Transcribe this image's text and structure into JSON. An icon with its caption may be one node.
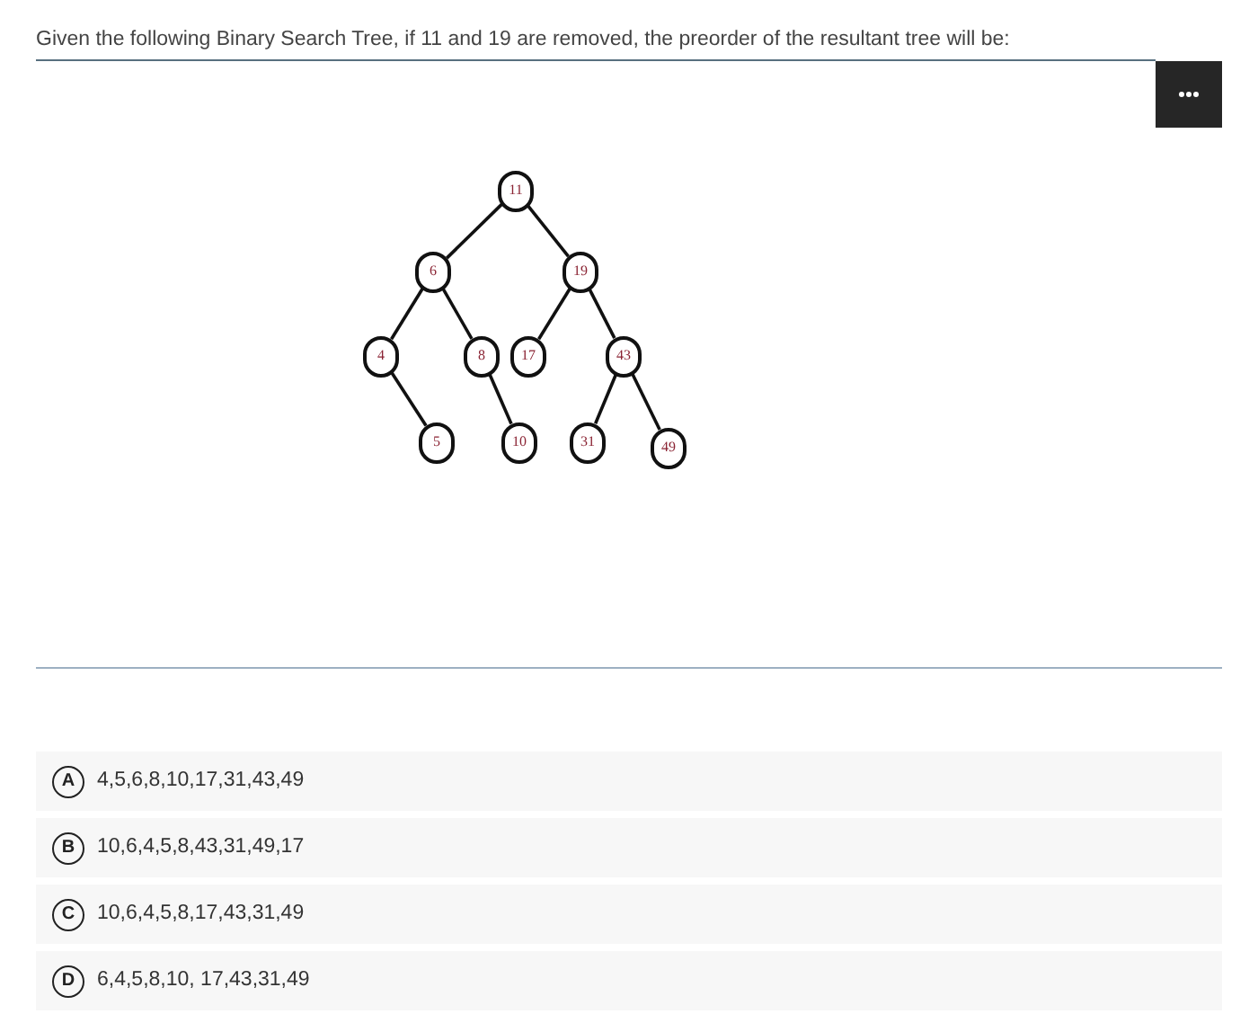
{
  "diagram": {
    "title": "Given the following Binary Search Tree, if 11 and 19 are removed, the preorder of the resultant tree will be:",
    "nodes": [
      {
        "text": [
          "11"
        ]
      },
      {
        "text": [
          "6"
        ]
      },
      {
        "text": [
          "19"
        ]
      },
      {
        "text": [
          "4"
        ]
      },
      {
        "text": [
          "8"
        ]
      },
      {
        "text": [
          "17"
        ]
      },
      {
        "text": [
          "43"
        ]
      },
      {
        "text": [
          "5"
        ]
      },
      {
        "text": [
          "10"
        ]
      },
      {
        "text": [
          "31"
        ]
      },
      {
        "text": [
          "49"
        ]
      },
      {
        "text": [
          "4,5,6,8,10,17,31,43,49"
        ]
      },
      {
        "text": [
          "A"
        ],
        "in": 11
      },
      {
        "text": [
          "10,6,4,5,8,43,31,49,17"
        ]
      },
      {
        "text": [
          "B"
        ],
        "in": 13
      },
      {
        "text": [
          "10,6,4,5,8,17,43,31,49"
        ]
      },
      {
        "text": [
          "C"
        ],
        "in": 15
      },
      {
        "text": [
          "6,4,5,8,10, 17,43,31,49"
        ]
      },
      {
        "text": [
          "D"
        ],
        "in": 17
      }
    ],
    "edges": [
      {
        "from": 0,
        "to": 1,
        "arrow": "none"
      },
      {
        "from": 0,
        "to": 2,
        "arrow": "none"
      },
      {
        "from": 1,
        "to": 3,
        "arrow": "none"
      },
      {
        "from": 1,
        "to": 4,
        "arrow": "none"
      },
      {
        "from": 2,
        "to": 5,
        "arrow": "none"
      },
      {
        "from": 2,
        "to": 6,
        "arrow": "none"
      },
      {
        "from": 3,
        "to": 7,
        "arrow": "none"
      },
      {
        "from": 4,
        "to": 8,
        "arrow": "none"
      },
      {
        "from": 6,
        "to": 9,
        "arrow": "none"
      },
      {
        "from": 6,
        "to": 10,
        "arrow": "none"
      }
    ]
  }
}
